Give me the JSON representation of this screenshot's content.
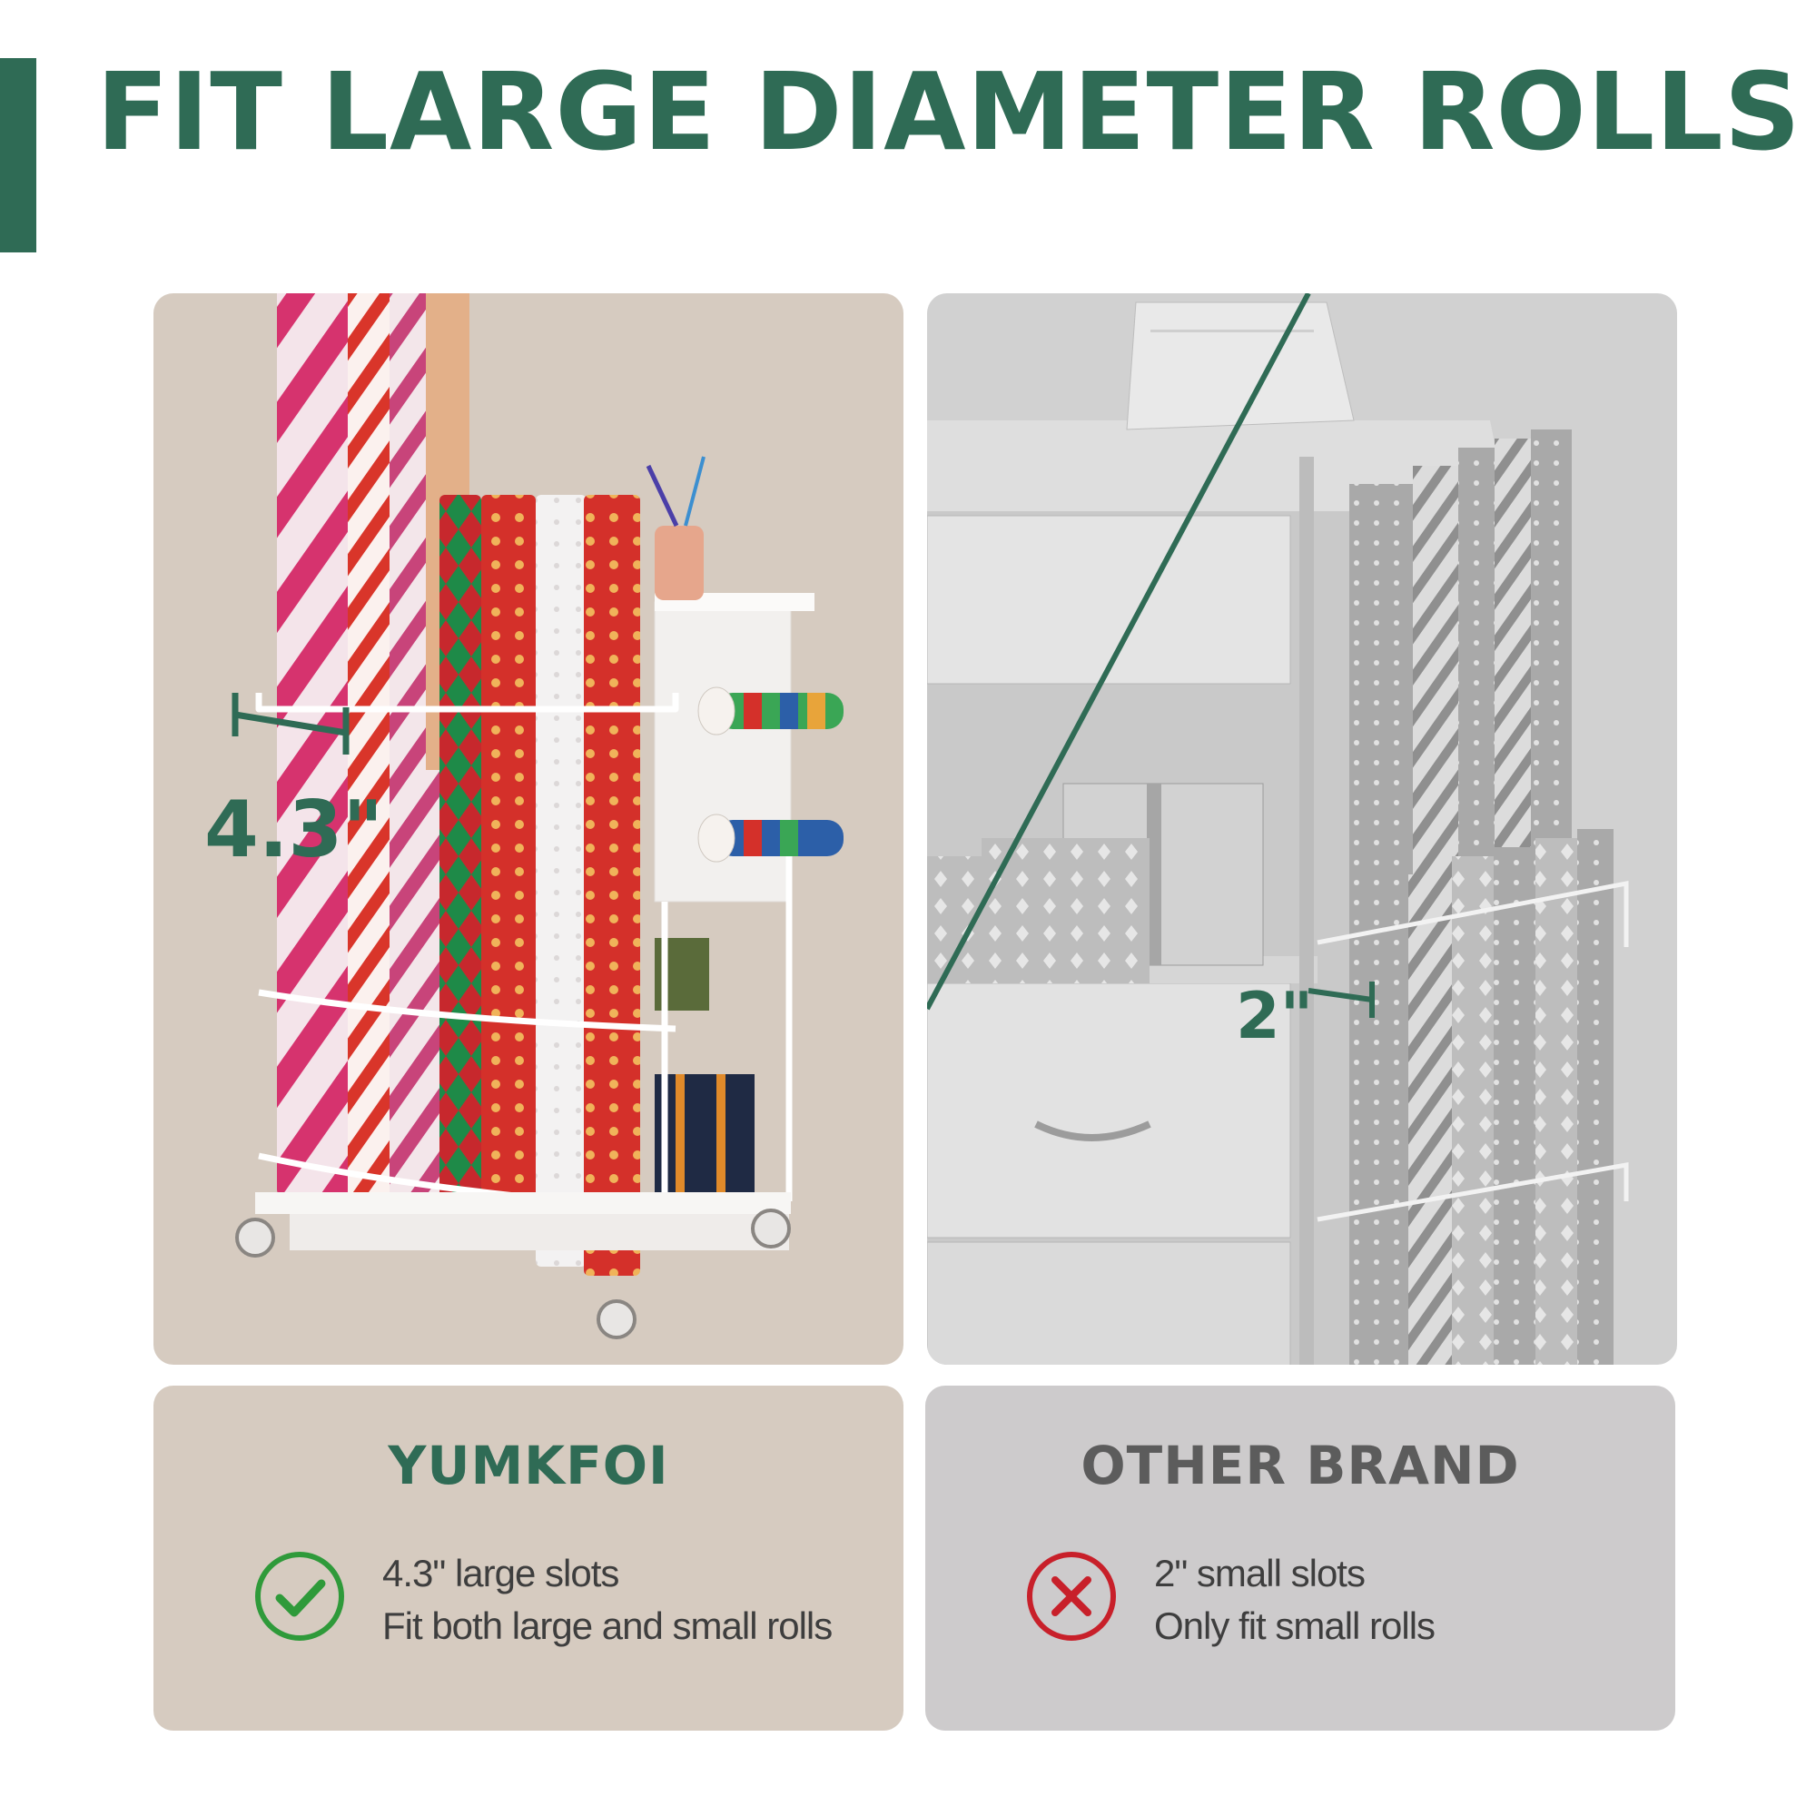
{
  "header": {
    "title": "FIT LARGE DIAMETER ROLLS"
  },
  "left_panel": {
    "dimension_label": "4.3\"",
    "brand": "YUMKFOI",
    "status_icon": "check-circle-icon",
    "lines": [
      "4.3\" large slots",
      "Fit both large and small rolls"
    ]
  },
  "right_panel": {
    "dimension_label": "2\"",
    "brand": "OTHER BRAND",
    "status_icon": "x-circle-icon",
    "lines": [
      "2\" small slots",
      "Only fit small rolls"
    ]
  },
  "colors": {
    "brand_green": "#2f6b55",
    "check_green": "#2f9a3a",
    "cross_red": "#c8202a",
    "left_bg": "#d6cbc0",
    "right_bg": "#cdcbcc"
  }
}
